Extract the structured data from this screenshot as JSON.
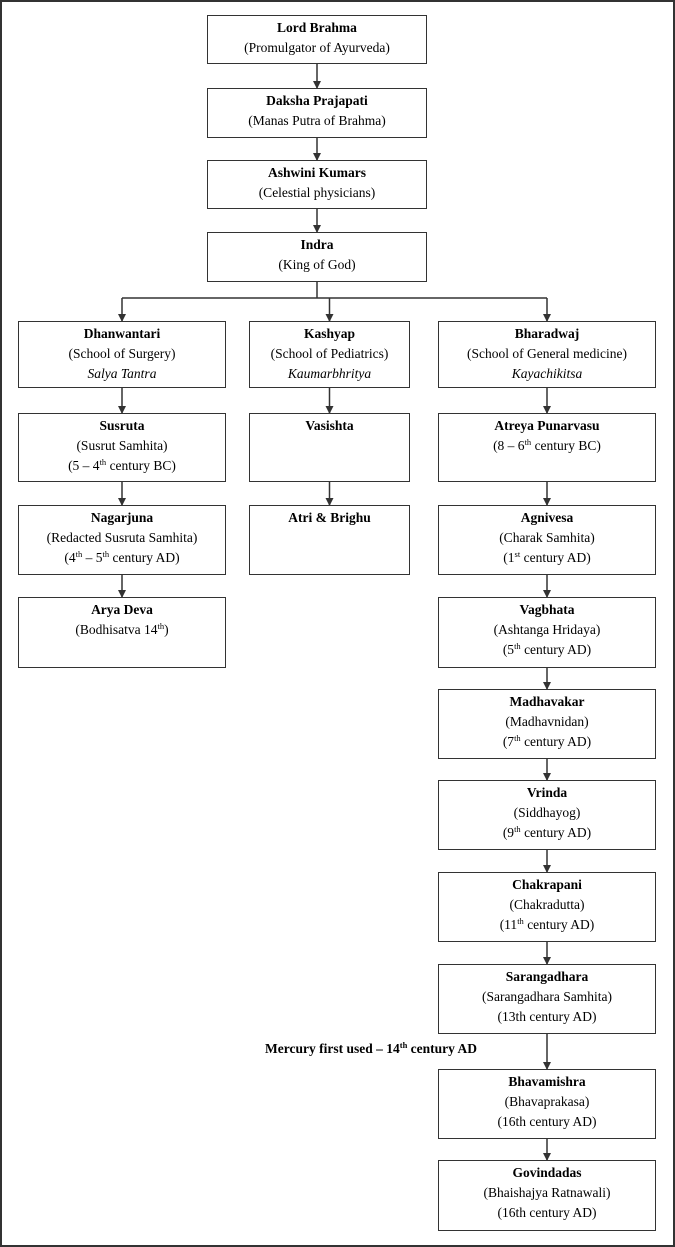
{
  "nodes": {
    "brahma": {
      "title": "Lord Brahma",
      "lines": [
        "(Promulgator of Ayurveda)"
      ]
    },
    "daksha": {
      "title": "Daksha Prajapati",
      "lines": [
        "(Manas Putra of Brahma)"
      ]
    },
    "ashwini": {
      "title": "Ashwini Kumars",
      "lines": [
        "(Celestial physicians)"
      ]
    },
    "indra": {
      "title": "Indra",
      "lines": [
        "(King of God)"
      ]
    },
    "dhanwantari": {
      "title": "Dhanwantari",
      "lines": [
        "(School of Surgery)"
      ],
      "italic": "Salya Tantra"
    },
    "kashyap": {
      "title": "Kashyap",
      "lines": [
        "(School of Pediatrics)"
      ],
      "italic": "Kaumarbhritya"
    },
    "bharadwaj": {
      "title": "Bharadwaj",
      "lines": [
        "(School of General medicine)"
      ],
      "italic": "Kayachikitsa"
    },
    "susruta": {
      "title": "Susruta",
      "lines": [
        "(Susrut Samhita)"
      ],
      "date": {
        "a": "(5 – 4",
        "sup": "th",
        "b": " century BC)"
      }
    },
    "nagarjuna": {
      "title": "Nagarjuna",
      "lines": [
        "(Redacted Susruta Samhita)"
      ],
      "date": {
        "a": "(4",
        "sup": "th",
        "b": " – 5",
        "sup2": "th",
        "c": " century AD)"
      }
    },
    "arya_deva": {
      "title": "Arya Deva",
      "date": {
        "a": "(Bodhisatva 14",
        "sup": "th",
        "b": ")"
      }
    },
    "vasishta": {
      "title": "Vasishta"
    },
    "atri": {
      "title": "Atri & Brighu"
    },
    "atreya": {
      "title": "Atreya Punarvasu",
      "date": {
        "a": "(8 – 6",
        "sup": "th",
        "b": " century BC)"
      }
    },
    "agnivesa": {
      "title": "Agnivesa",
      "lines": [
        "(Charak Samhita)"
      ],
      "date": {
        "a": "(1",
        "sup": "st",
        "b": " century AD)"
      }
    },
    "vagbhata": {
      "title": "Vagbhata",
      "lines": [
        "(Ashtanga Hridaya)"
      ],
      "date": {
        "a": "(5",
        "sup": "th",
        "b": " century AD)"
      }
    },
    "madhavakar": {
      "title": "Madhavakar",
      "lines": [
        "(Madhavnidan)"
      ],
      "date": {
        "a": "(7",
        "sup": "th",
        "b": " century AD)"
      }
    },
    "vrinda": {
      "title": "Vrinda",
      "lines": [
        "(Siddhayog)"
      ],
      "date": {
        "a": "(9",
        "sup": "th",
        "b": " century AD)"
      }
    },
    "chakrapani": {
      "title": "Chakrapani",
      "lines": [
        "(Chakradutta)"
      ],
      "date": {
        "a": "(11",
        "sup": "th",
        "b": " century AD)"
      }
    },
    "sarangadhara": {
      "title": "Sarangadhara",
      "lines": [
        "(Sarangadhara Samhita)",
        "(13th century AD)"
      ]
    },
    "bhavamishra": {
      "title": "Bhavamishra",
      "lines": [
        "(Bhavaprakasa)",
        "(16th century AD)"
      ]
    },
    "govindadas": {
      "title": "Govindadas",
      "lines": [
        "(Bhaishajya Ratnawali)",
        "(16th century AD)"
      ]
    }
  },
  "mercury_note": {
    "a": "Mercury first used – 14",
    "sup": "th",
    "b": " century AD"
  },
  "colors": {
    "line": "#333333",
    "text": "#000000",
    "background": "#ffffff"
  }
}
